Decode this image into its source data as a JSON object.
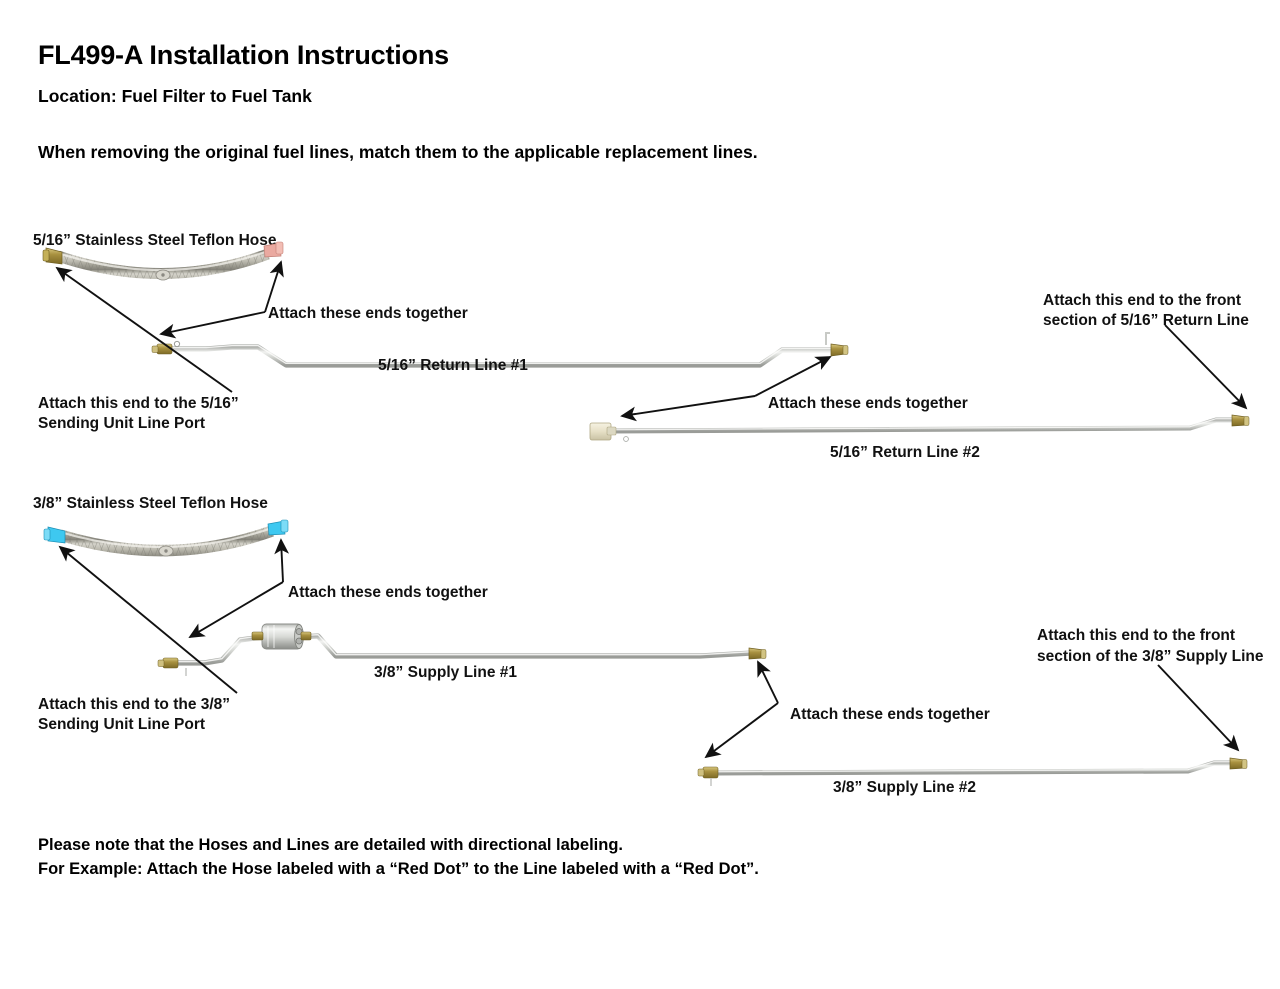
{
  "document": {
    "title": "FL499-A Installation Instructions",
    "location": "Location: Fuel Filter to Fuel Tank",
    "instruction": "When removing the original fuel lines, match them to the applicable replacement lines.",
    "footnote_line1": "Please note that the Hoses and Lines are detailed with directional labeling.",
    "footnote_line2": "For Example: Attach the Hose labeled with a “Red Dot” to the Line labeled with a “Red Dot”."
  },
  "upper_assembly": {
    "hose_label": "5/16” Stainless Steel Teflon Hose",
    "hose_left_fitting_color": "#b29b33",
    "hose_right_fitting_color": "#eaa9a0",
    "line1_label": "5/16” Return Line #1",
    "line2_label": "5/16” Return Line #2",
    "callout_hose_end": "Attach this end to the 5/16”\nSending Unit Line Port",
    "callout_hose_end_l1": "Attach this end to the 5/16”",
    "callout_hose_end_l2": "Sending Unit Line Port",
    "callout_join_1": "Attach these ends together",
    "callout_join_2": "Attach these ends together",
    "callout_front_l1": "Attach this end to the front",
    "callout_front_l2": "section of 5/16” Return Line"
  },
  "lower_assembly": {
    "hose_label": "3/8” Stainless Steel Teflon Hose",
    "hose_left_fitting_color": "#3ec8f0",
    "hose_right_fitting_color": "#3ec8f0",
    "line1_label": "3/8” Supply Line #1",
    "line2_label": "3/8” Supply Line #2",
    "callout_hose_end_l1": "Attach this end to the 3/8”",
    "callout_hose_end_l2": "Sending Unit Line Port",
    "callout_join_1": "Attach these ends together",
    "callout_join_2": "Attach these ends together",
    "callout_front_l1": "Attach this end to the front",
    "callout_front_l2": "section of the 3/8” Supply Line"
  },
  "colors": {
    "background": "#ffffff",
    "text": "#000000",
    "arrow": "#111111",
    "steel_light": "#e4e5e3",
    "steel_mid": "#b9bbb7",
    "steel_dark": "#8f918d",
    "brass": "#a8913f",
    "brass_light": "#d8c77e",
    "cream": "#ece6cf"
  }
}
